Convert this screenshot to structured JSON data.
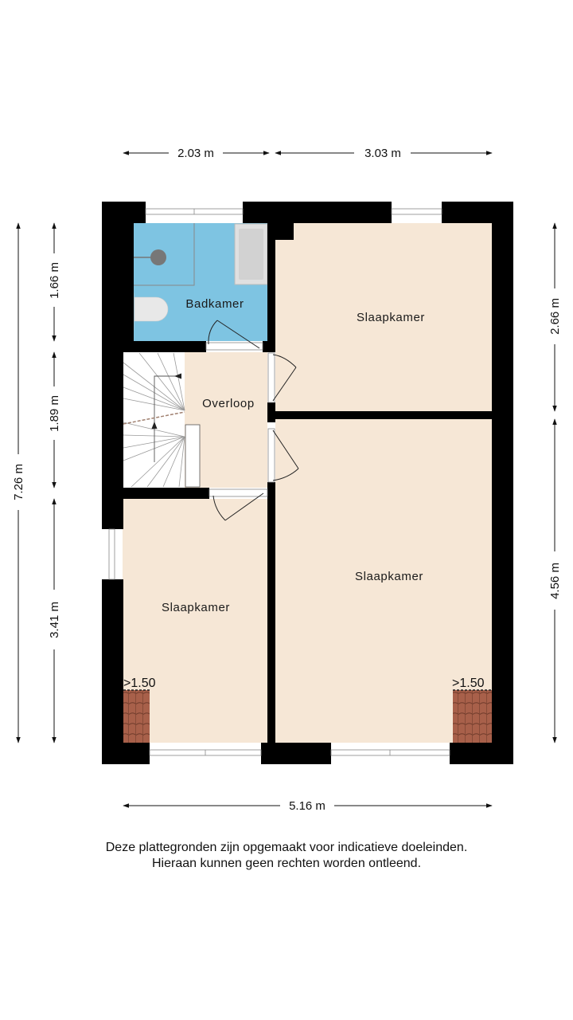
{
  "dimensions": {
    "top": [
      {
        "label": "2.03 m"
      },
      {
        "label": "3.03 m"
      }
    ],
    "bottom": {
      "label": "5.16 m"
    },
    "left_total": {
      "label": "7.26 m"
    },
    "left_segments": [
      {
        "label": "1.66 m"
      },
      {
        "label": "1.89 m"
      },
      {
        "label": "3.41 m"
      }
    ],
    "right_segments": [
      {
        "label": "2.66 m"
      },
      {
        "label": "4.56 m"
      }
    ]
  },
  "rooms": {
    "bathroom": {
      "label": "Badkamer",
      "color": "#7ec4e2"
    },
    "landing": {
      "label": "Overloop",
      "color": "#f6e7d6"
    },
    "bedroom_top_right": {
      "label": "Slaapkamer",
      "color": "#f6e7d6"
    },
    "bedroom_bottom_right": {
      "label": "Slaapkamer",
      "color": "#f6e7d6"
    },
    "bedroom_left": {
      "label": "Slaapkamer",
      "color": "#f6e7d6"
    }
  },
  "height_markers": [
    {
      "label": ">1.50"
    },
    {
      "label": ">1.50"
    }
  ],
  "colors": {
    "wall": "#000000",
    "floor": "#f6e7d6",
    "bathroom": "#7ec4e2",
    "roof_tile": "#a8604a"
  },
  "disclaimer": {
    "line1": "Deze plattegronden zijn opgemaakt voor indicatieve doeleinden.",
    "line2": "Hieraan kunnen geen rechten worden ontleend."
  }
}
